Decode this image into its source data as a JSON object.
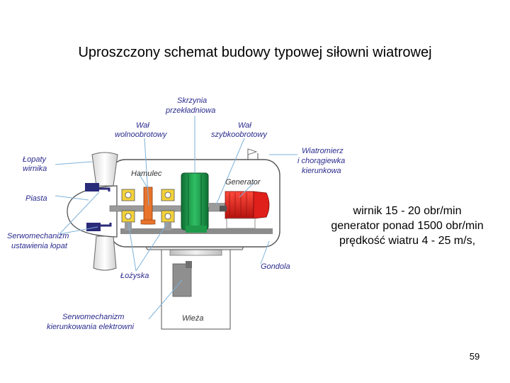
{
  "title": "Uproszczony schemat budowy typowej siłowni wiatrowej",
  "labels": {
    "lopaty_1": "Łopaty",
    "lopaty_2": "wirnika",
    "piasta": "Piasta",
    "serwo_lopat_1": "Serwomechanizm",
    "serwo_lopat_2": "ustawienia łopat",
    "lozyska": "Łożyska",
    "serwo_gondoli_1": "Serwomechanizm",
    "serwo_gondoli_2": "kierunkowania elektrowni",
    "wieza": "Wieża",
    "skrzynia_1": "Skrzynia",
    "skrzynia_2": "przekładniowa",
    "wal_wolno_1": "Wał",
    "wal_wolno_2": "wolnoobrotowy",
    "wal_szybko_1": "Wał",
    "wal_szybko_2": "szybkoobrotowy",
    "hamulec": "Hamulec",
    "generator": "Generator",
    "wiatromierz_1": "Wiatromierz",
    "wiatromierz_2": "i chorągiewka",
    "wiatromierz_3": "kierunkowa",
    "gondola": "Gondola"
  },
  "specs": [
    "wirnik   15 - 20 obr/min",
    "generator  ponad 1500 obr/min",
    "prędkość wiatru  4 - 25 m/s,"
  ],
  "page_number": "59",
  "colors": {
    "leader_line": "#7fb2d9",
    "label_text": "#2b2b8f",
    "generator_green": "#1f9a4a",
    "motor_red": "#e0201b",
    "bearing_yellow": "#f2d13a",
    "brake_orange": "#e8732a",
    "servo_navy": "#2a2a7a"
  }
}
